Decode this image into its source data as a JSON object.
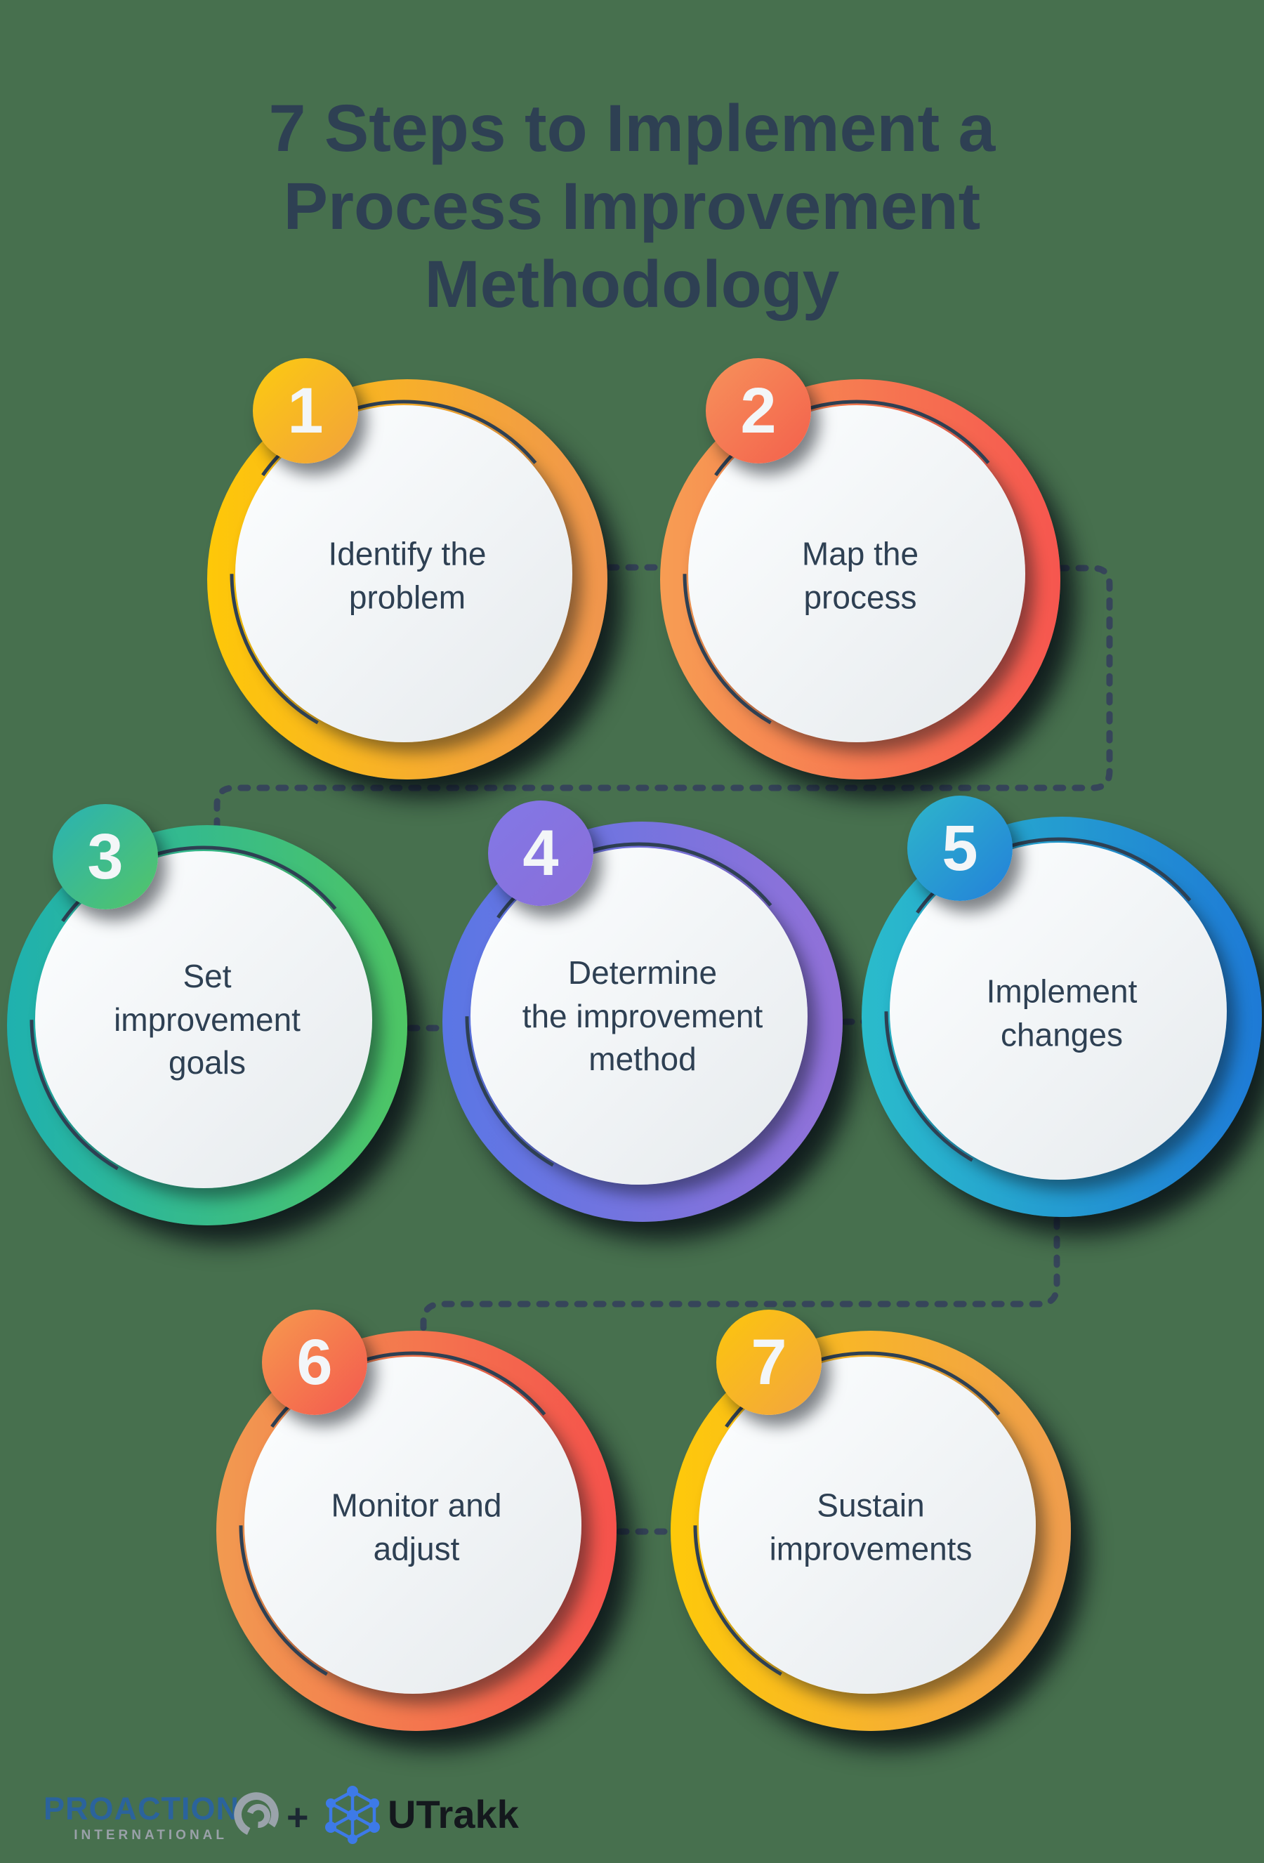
{
  "title": "7 Steps to Implement a\nProcess Improvement\nMethodology",
  "steps": [
    {
      "number": "1",
      "label": "Identify the\nproblem",
      "ring_from": "#FEC808",
      "ring_to": "#F0954E",
      "badge_from": "#FCCB10",
      "badge_to": "#F2A13C"
    },
    {
      "number": "2",
      "label": "Map the\nprocess",
      "ring_from": "#F79D53",
      "ring_to": "#F6564F",
      "badge_from": "#F6925B",
      "badge_to": "#F4604C"
    },
    {
      "number": "3",
      "label": "Set\nimprovement\ngoals",
      "ring_from": "#1FB1AF",
      "ring_to": "#4EC564",
      "badge_from": "#29B2B4",
      "badge_to": "#54C566"
    },
    {
      "number": "4",
      "label": "Determine\nthe improvement\nmethod",
      "ring_from": "#5A76E5",
      "ring_to": "#9271D8",
      "badge_from": "#8278E6",
      "badge_to": "#8A6ED9"
    },
    {
      "number": "5",
      "label": "Implement\nchanges",
      "ring_from": "#2ABCCB",
      "ring_to": "#1E7AD6",
      "badge_from": "#2EB6CA",
      "badge_to": "#2380DA"
    },
    {
      "number": "6",
      "label": "Monitor and\nadjust",
      "ring_from": "#F29A50",
      "ring_to": "#F5524C",
      "badge_from": "#F69A4E",
      "badge_to": "#F4584F"
    },
    {
      "number": "7",
      "label": "Sustain\nimprovements",
      "ring_from": "#FEC90A",
      "ring_to": "#F09D4E",
      "badge_from": "#FDC60C",
      "badge_to": "#F2A441"
    }
  ],
  "connectors": [
    {
      "name": "connector-1-2"
    },
    {
      "name": "connector-2-3"
    },
    {
      "name": "connector-3-4"
    },
    {
      "name": "connector-4-5"
    },
    {
      "name": "connector-5-6"
    },
    {
      "name": "connector-6-7"
    }
  ],
  "footer": {
    "proaction_name": "PROACTION",
    "proaction_subtitle": "INTERNATIONAL",
    "separator": "+",
    "utrakk_name": "UTrakk"
  },
  "icons": {
    "proaction_spiral": "spiral-icon",
    "utrakk_cube": "network-cube-icon"
  },
  "colors": {
    "background": "#47704E",
    "text_navy": "#2E4053",
    "connector": "#36455A",
    "badge_number": "#F3F6F8",
    "inner_disc": "#F2F5F7",
    "proaction_blue": "#2B639C",
    "proaction_gray": "#9AA1A9",
    "utrakk_blue": "#3D7AE8",
    "utrakk_black": "#14181D"
  }
}
